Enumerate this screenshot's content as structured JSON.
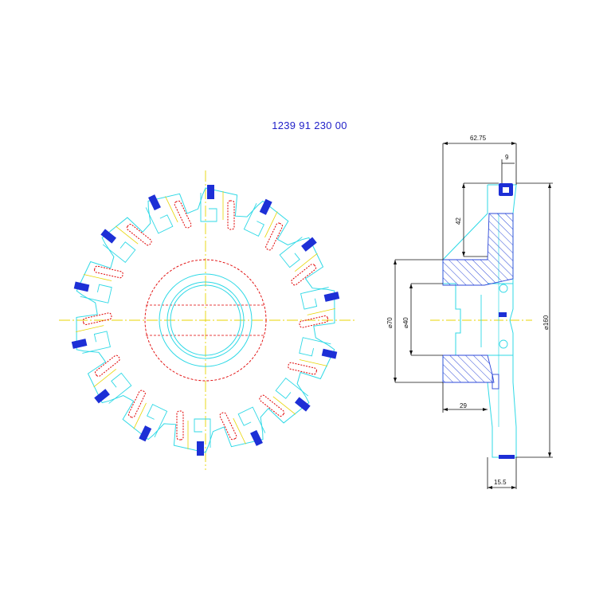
{
  "drawing": {
    "part_number": "1239 91 230 00",
    "dimensions": {
      "overall_width": "62.75",
      "insert_width": "9",
      "shoulder_depth": "42",
      "hub_diameter": "⌀70",
      "bore_diameter": "⌀40",
      "hub_length": "29",
      "blade_width": "15.5",
      "cutter_diameter": "⌀160"
    },
    "insert_count": 14,
    "colors": {
      "outline": "#2fd9e6",
      "centerline": "#e8d400",
      "hidden": "#e00000",
      "insert": "#1d2fd6",
      "hatch": "#2d49d8",
      "dimension": "#111111",
      "title": "#1f1fc8"
    }
  }
}
